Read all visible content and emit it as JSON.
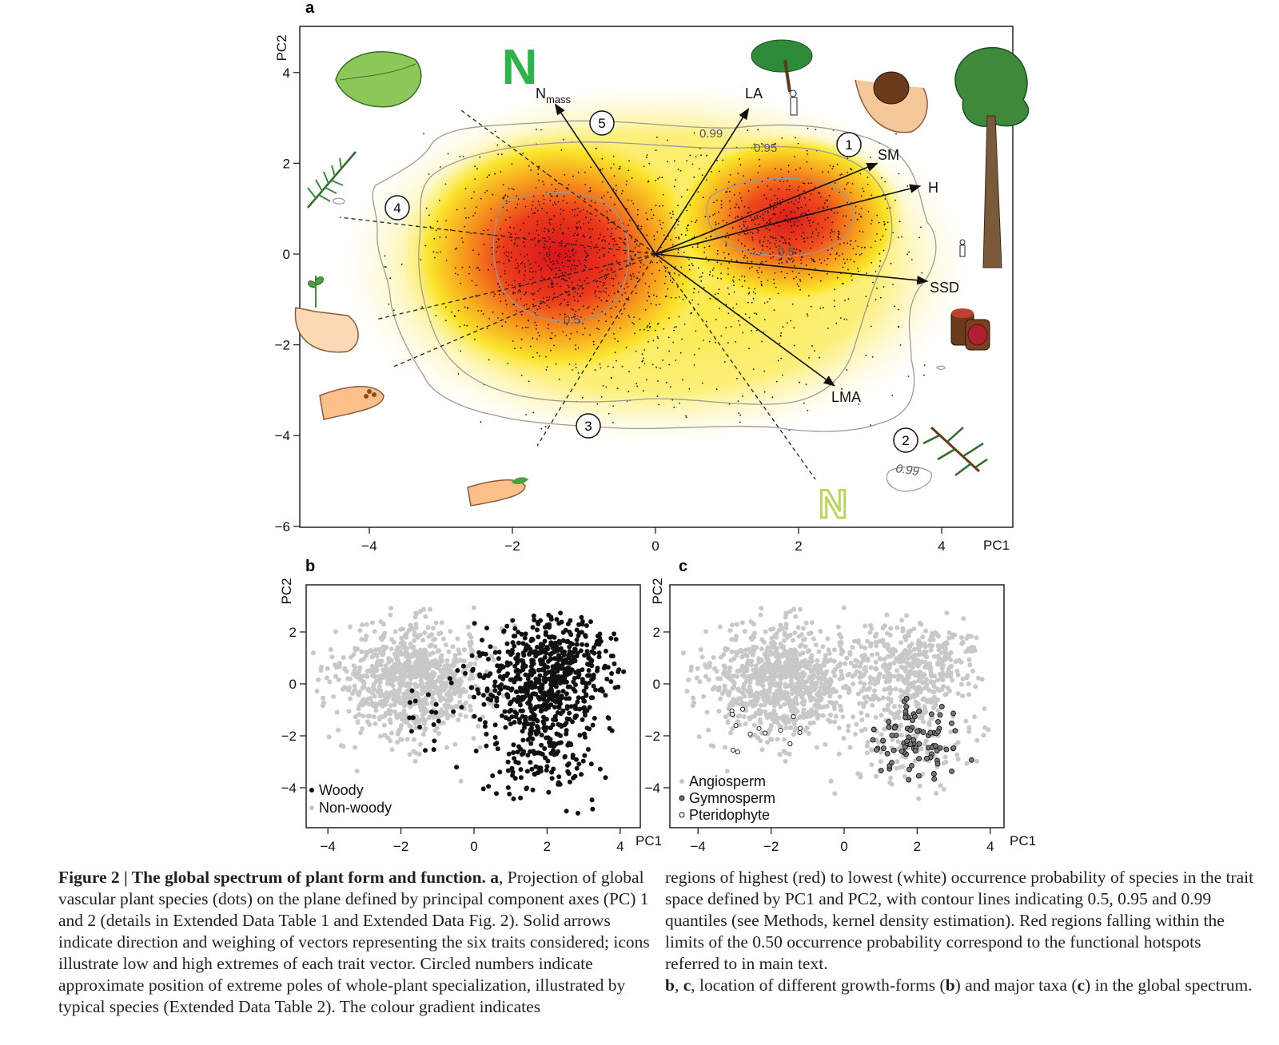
{
  "panel_a": {
    "label": "a",
    "xlabel": "PC1",
    "ylabel": "PC2",
    "xticks": [
      "−4",
      "−2",
      "0",
      "2",
      "4"
    ],
    "yticks": [
      "4",
      "2",
      "0",
      "−2",
      "−4",
      "−6"
    ],
    "arrows": [
      {
        "name": "N",
        "sub": "mass",
        "pc1": -1.4,
        "pc2": 3.3
      },
      {
        "name": "LA",
        "pc1": 1.3,
        "pc2": 3.2
      },
      {
        "name": "SM",
        "pc1": 3.1,
        "pc2": 2.0
      },
      {
        "name": "H",
        "pc1": 3.7,
        "pc2": 1.5
      },
      {
        "name": "SSD",
        "pc1": 3.8,
        "pc2": -0.6
      },
      {
        "name": "LMA",
        "pc1": 2.5,
        "pc2": -2.9
      }
    ],
    "contour_labels": [
      "0.99",
      "0.95",
      "0.5",
      "0.5",
      "0.99"
    ],
    "poles": [
      "1",
      "2",
      "3",
      "4",
      "5"
    ],
    "icon_letter": "N"
  },
  "panel_b": {
    "label": "b",
    "xlabel": "PC1",
    "ylabel": "PC2",
    "xticks": [
      "−4",
      "−2",
      "0",
      "2",
      "4"
    ],
    "yticks": [
      "2",
      "0",
      "−2",
      "−4"
    ],
    "legend": [
      "Woody",
      "Non-woody"
    ]
  },
  "panel_c": {
    "label": "c",
    "xlabel": "PC1",
    "ylabel": "PC2",
    "xticks": [
      "−4",
      "−2",
      "0",
      "2",
      "4"
    ],
    "yticks": [
      "2",
      "0",
      "−2",
      "−4"
    ],
    "legend": [
      "Angiosperm",
      "Gymnosperm",
      "Pteridophyte"
    ]
  },
  "colors": {
    "hotspot": "#e8251c",
    "mid": "#f7a21b",
    "low": "#fbee2a",
    "grey": "#c8c8c8",
    "black": "#111111",
    "green": "#2db34a",
    "light_green": "#b9d85a"
  },
  "caption": {
    "head": "Figure 2 | The global spectrum of plant form and function.",
    "a_label": "a",
    "left_text": ", Projection of global vascular plant species (dots) on the plane defined by principal component axes (PC) 1 and 2 (details in Extended Data Table 1 and Extended Data Fig. 2). Solid arrows indicate direction and weighing of vectors representing the six traits considered; icons illustrate low and high extremes of each trait vector. Circled numbers indicate approximate position of extreme poles of whole-plant specialization, illustrated by typical species (Extended Data Table 2). The colour gradient indicates",
    "right_text": "regions of highest (red) to lowest (white) occurrence probability of species in the trait space defined by PC1 and PC2, with contour lines indicating 0.5, 0.95 and 0.99 quantiles (see Methods, kernel density estimation). Red regions falling within the limits of the 0.50 occurrence probability correspond to the functional hotspots referred to in main text.",
    "b_label": "b",
    "sep": ", ",
    "c_label": "c",
    "rest_1": ", location of different growth-forms (",
    "b2": "b",
    "rest_2": ") and major taxa (",
    "c2": "c",
    "rest_3": ") in the global spectrum."
  }
}
